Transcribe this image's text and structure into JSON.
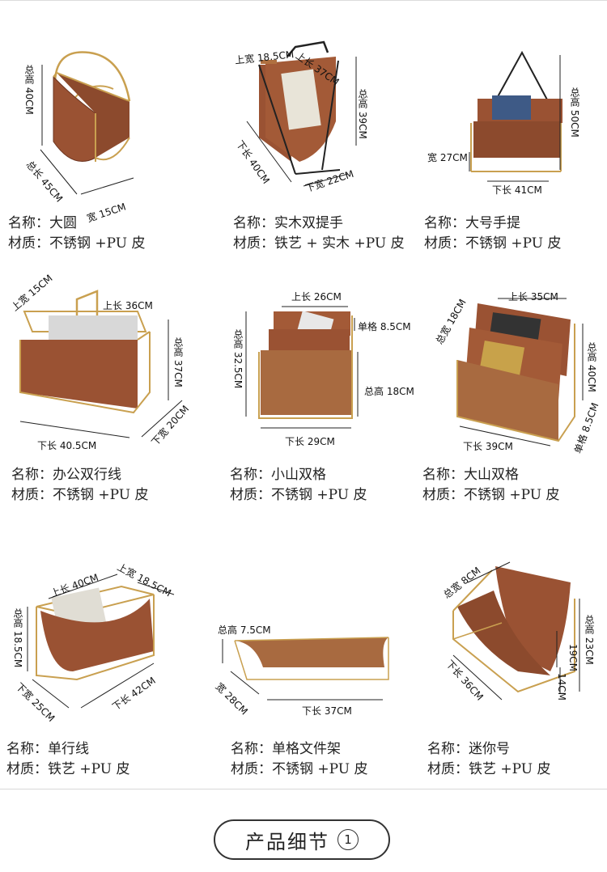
{
  "colors": {
    "leather": "#9a5233",
    "leather_dark": "#6e3520",
    "gold": "#c9a050",
    "black_frame": "#222222"
  },
  "labels": {
    "name_prefix": "名称：",
    "material_prefix": "材质："
  },
  "products": [
    {
      "name": "大圆",
      "material": "不锈钢 +PU 皮",
      "dims": [
        "总高 40CM",
        "总长 45CM",
        "宽 15CM"
      ]
    },
    {
      "name": "实木双提手",
      "material": "铁艺 + 实木 +PU 皮",
      "dims": [
        "上宽 18.5CM",
        "上长 37CM",
        "总高 39CM",
        "下长 40CM",
        "下宽 22CM"
      ]
    },
    {
      "name": "大号手提",
      "material": "不锈钢 +PU 皮",
      "dims": [
        "总高 50CM",
        "宽 27CM",
        "下长 41CM"
      ]
    },
    {
      "name": "办公双行线",
      "material": "不锈钢 +PU 皮",
      "dims": [
        "上宽 15CM",
        "上长 36CM",
        "总高 37CM",
        "下长 40.5CM",
        "下宽 20CM"
      ]
    },
    {
      "name": "小山双格",
      "material": "不锈钢 +PU 皮",
      "dims": [
        "上长 26CM",
        "单格 8.5CM",
        "总高 32.5CM",
        "总高 18CM",
        "下长 29CM"
      ]
    },
    {
      "name": "大山双格",
      "material": "不锈钢 +PU 皮",
      "dims": [
        "上长 35CM",
        "总宽 18CM",
        "总高 40CM",
        "下长 39CM",
        "单格 8.5CM"
      ]
    },
    {
      "name": "单行线",
      "material": "铁艺 +PU 皮",
      "dims": [
        "上长 40CM",
        "上宽 18.5CM",
        "总高 18.5CM",
        "下宽 25CM",
        "下长 42CM"
      ]
    },
    {
      "name": "单格文件架",
      "material": "不锈钢 +PU 皮",
      "dims": [
        "总高 7.5CM",
        "宽 28CM",
        "下长 37CM"
      ]
    },
    {
      "name": "迷你号",
      "material": "铁艺 +PU 皮",
      "dims": [
        "总宽 8CM",
        "总高 23CM",
        "19CM",
        "14CM",
        "下长 36CM"
      ]
    }
  ],
  "footer": {
    "title": "产品细节",
    "number": "1"
  }
}
